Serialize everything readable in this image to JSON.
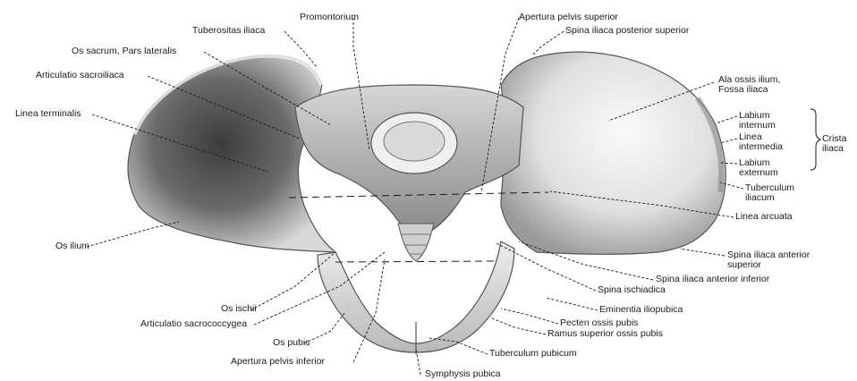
{
  "labels": [
    {
      "id": "promontorium",
      "text": "Promontorium"
    },
    {
      "id": "apertura-pelvis-superior",
      "text": "Apertura pelvis superior"
    },
    {
      "id": "tuberositas-iliaca",
      "text": "Tuberositas iliaca"
    },
    {
      "id": "spina-iliaca-posterior-superior",
      "text": "Spina iliaca posterior superior"
    },
    {
      "id": "os-sacrum-pars-lateralis",
      "text": "Os sacrum, Pars lateralis"
    },
    {
      "id": "articulatio-sacroiliaca",
      "text": "Articulatio sacroiliaca"
    },
    {
      "id": "ala-ossis-ilium",
      "text": "Ala ossis ilium,\nFossa iliaca"
    },
    {
      "id": "linea-terminalis",
      "text": "Linea terminalis"
    },
    {
      "id": "labium-internum",
      "text": "Labium\ninternum"
    },
    {
      "id": "linea-intermedia",
      "text": "Linea\nintermedia"
    },
    {
      "id": "labium-externum",
      "text": "Labium\nexternum"
    },
    {
      "id": "crista-iliaca",
      "text": "Crista\niliaca"
    },
    {
      "id": "tuberculum-iliacum",
      "text": "Tuberculum\niliacum"
    },
    {
      "id": "linea-arcuata",
      "text": "Linea arcuata"
    },
    {
      "id": "os-ilium",
      "text": "Os ilium"
    },
    {
      "id": "spina-iliaca-anterior-superior",
      "text": "Spina iliaca anterior\nsuperior"
    },
    {
      "id": "spina-iliaca-anterior-inferior",
      "text": "Spina iliaca anterior inferior"
    },
    {
      "id": "spina-ischiadica",
      "text": "Spina ischiadica"
    },
    {
      "id": "os-ischii",
      "text": "Os ischii"
    },
    {
      "id": "articulatio-sacrococcygea",
      "text": "Articulatio sacrococcygea"
    },
    {
      "id": "eminentia-iliopubica",
      "text": "Eminentia iliopubica"
    },
    {
      "id": "pecten-ossis-pubis",
      "text": "Pecten ossis pubis"
    },
    {
      "id": "ramus-superior-ossis-pubis",
      "text": "Ramus superior ossis pubis"
    },
    {
      "id": "os-pubis",
      "text": "Os pubis"
    },
    {
      "id": "tuberculum-pubicum",
      "text": "Tuberculum pubicum"
    },
    {
      "id": "apertura-pelvis-inferior",
      "text": "Apertura pelvis inferior"
    },
    {
      "id": "symphysis-pubica",
      "text": "Symphysis pubica"
    }
  ],
  "colors": {
    "bone_light": "#f2f2f2",
    "bone_mid": "#c8c8c8",
    "bone_dark": "#6e6e6e",
    "line": "#1a1a1a"
  }
}
